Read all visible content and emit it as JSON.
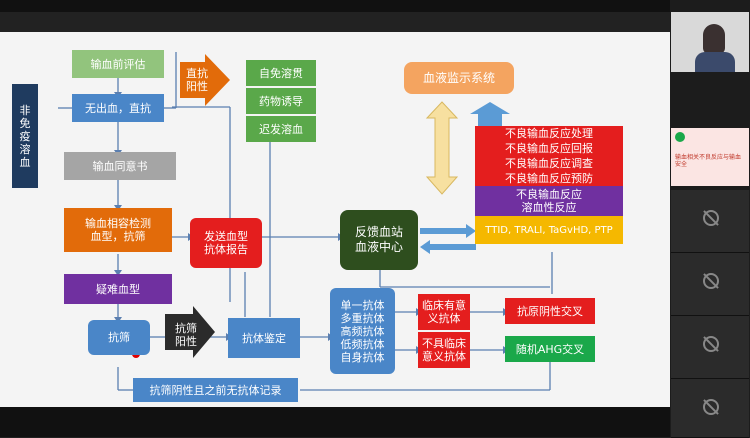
{
  "flow": {
    "pre_eval": "输血前评估",
    "no_bleed": "无出血，直抗",
    "non_immune": "非\n免\n疫\n溶\n血",
    "consent": "输血同意书",
    "compat_test": "输血相容检测\n血型，抗筛",
    "difficult_type": "疑难血型",
    "screen": "抗筛",
    "screen_positive": "抗筛\n阳性",
    "screen_neg_note": "抗筛阴性且之前无抗体记录",
    "dat_positive": "直抗\n阳性",
    "autoimmune_hemolysis": "自免溶贯",
    "drug_induced": "药物诱导",
    "delayed_hemolysis": "迟发溶血",
    "send_report": "发送血型\n抗体报告",
    "antibody_id": "抗体鉴定",
    "antibody_types": "单一抗体\n多重抗体\n高频抗体\n低频抗体\n自身抗体",
    "clinical_sig": "临床有意\n义抗体",
    "non_clinical_sig": "不具临床\n意义抗体",
    "antigen_neg_cross": "抗原阴性交叉",
    "random_ahg_cross": "随机AHG交叉",
    "feedback_center": "反馈血站\n血液中心",
    "monitor_system": "血液监示系统",
    "adverse_items": [
      "不良输血反应处理",
      "不良输血反应回报",
      "不良输血反应调查",
      "不良输血反应预防"
    ],
    "hemolytic_reaction": "不良输血反应\n溶血性反应",
    "reaction_types": "TTID, TRALI, TaGvHD, PTP"
  },
  "sidebar": {
    "mini_slide_title": "输血相关不良反应与输血安全"
  },
  "colors": {
    "green": "#92c47d",
    "blue": "#4a86c8",
    "navy": "#1f3b5f",
    "gray": "#a5a5a5",
    "orange": "#e26b0a",
    "purple": "#7030a0",
    "red": "#e41e1e",
    "darkgreen": "#2e4e1e",
    "yellow": "#f5b800",
    "teal": "#1aa84a"
  }
}
